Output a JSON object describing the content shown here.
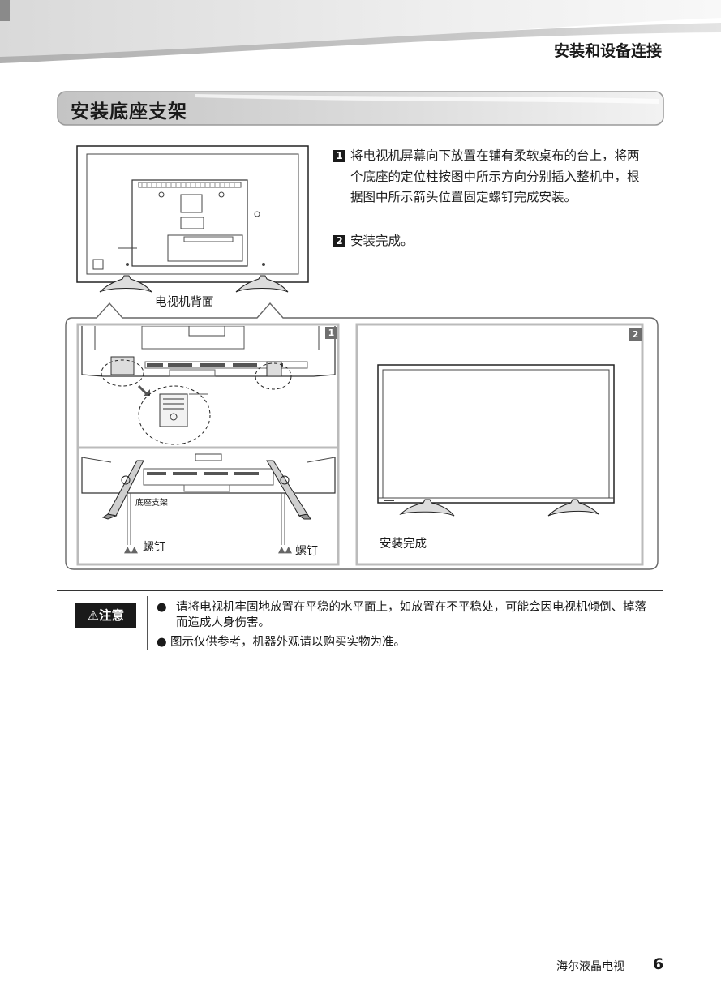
{
  "header": {
    "chapter_title": "安装和设备连接"
  },
  "section": {
    "title": "安装底座支架"
  },
  "steps": [
    {
      "number": "1",
      "text": "将电视机屏幕向下放置在铺有柔软桌布的台上，将两个底座的定位柱按图中所示方向分别插入整机中，根据图中所示箭头位置固定螺钉完成安装。"
    },
    {
      "number": "2",
      "text": "安装完成。"
    }
  ],
  "figure": {
    "back_label": "电视机背面",
    "panel1_tag": "1",
    "panel2_tag": "2",
    "stand_label": "底座支架",
    "screw_label_left": "螺钉",
    "screw_label_right": "螺钉",
    "done_label": "安装完成"
  },
  "notice": {
    "badge_label": "注意",
    "items": [
      "请将电视机牢固地放置在平稳的水平面上，如放置在不平稳处，可能会因电视机倾倒、掉落而造成人身伤害。",
      "图示仅供参考，机器外观请以购买实物为准。"
    ]
  },
  "footer": {
    "brand": "海尔液晶电视",
    "page": "6"
  }
}
